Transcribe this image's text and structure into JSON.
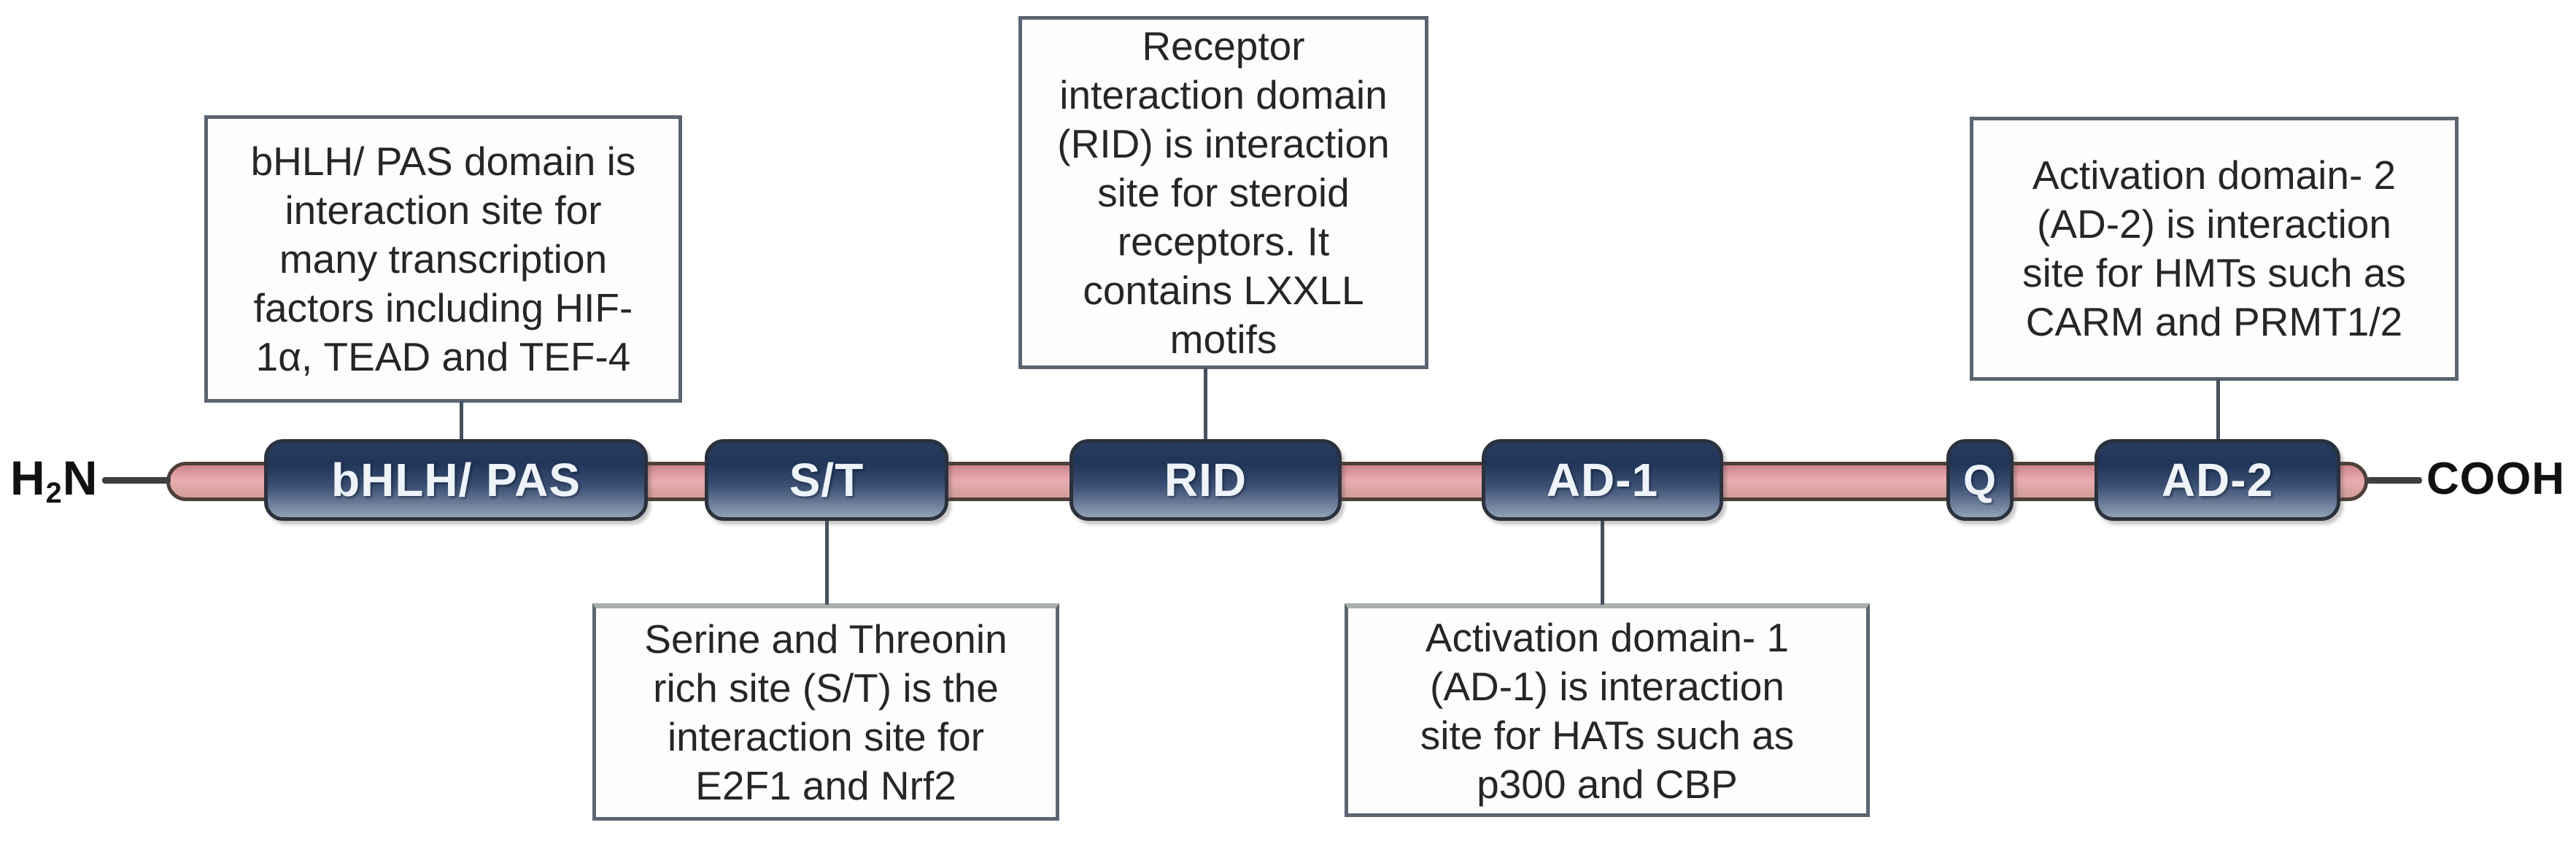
{
  "colors": {
    "background": "#ffffff",
    "domain_border": "#2b313d",
    "domain_top": "#273d60",
    "domain_mid": "#203557",
    "domain_low": "#3a4f73",
    "domain_bottom": "#93a0b6",
    "domain_text": "#eef3f9",
    "backbone_border": "#4f3f3a",
    "backbone_top": "#cf868e",
    "backbone_mid": "#e9adb1",
    "backbone_bottom": "#d19c97",
    "terminal_line": "#3f3f3f",
    "terminal_text": "#111111",
    "note_border": "#5b6572",
    "note_bg": "#fdfdfd",
    "note_text": "#262626",
    "callout": "#46515e"
  },
  "protein": {
    "n_terminus": {
      "main": "H",
      "subscript": "2",
      "tail": "N"
    },
    "c_terminus": "COOH",
    "domains": [
      {
        "label": "bHLH/ PAS"
      },
      {
        "label": "S/T"
      },
      {
        "label": "RID"
      },
      {
        "label": "AD-1"
      },
      {
        "label": "Q"
      },
      {
        "label": "AD-2"
      }
    ]
  },
  "notes": [
    {
      "id": "bhlh-pas",
      "text": "bHLH/ PAS domain is\ninteraction site for\nmany transcription\nfactors  including HIF-\n1α, TEAD and TEF-4"
    },
    {
      "id": "rid",
      "text": "Receptor\ninteraction domain\n(RID) is interaction\nsite for steroid\nreceptors. It\ncontains LXXLL\nmotifs"
    },
    {
      "id": "ad2",
      "text": "Activation domain- 2\n(AD-2) is interaction\nsite for HMTs such as\nCARM and PRMT1/2"
    },
    {
      "id": "st",
      "text": "Serine and Threonin\nrich site (S/T) is the\ninteraction site for\nE2F1 and Nrf2"
    },
    {
      "id": "ad1",
      "text": "Activation domain- 1\n(AD-1) is interaction\nsite for HATs such as\np300 and CBP"
    }
  ]
}
